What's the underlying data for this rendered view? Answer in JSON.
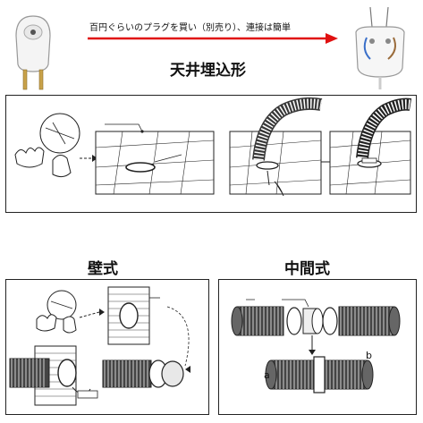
{
  "top": {
    "caption": "百円ぐらいのプラグを買い（別売り）、連接は簡単",
    "arrow_color": "#e01010"
  },
  "sections": {
    "ceiling": {
      "title": "天井埋込形"
    },
    "wall": {
      "title": "壁式"
    },
    "inline": {
      "title": "中間式",
      "label_a": "a",
      "label_b": "b"
    }
  },
  "icons": [
    "plug-icon",
    "wired-socket-icon"
  ]
}
